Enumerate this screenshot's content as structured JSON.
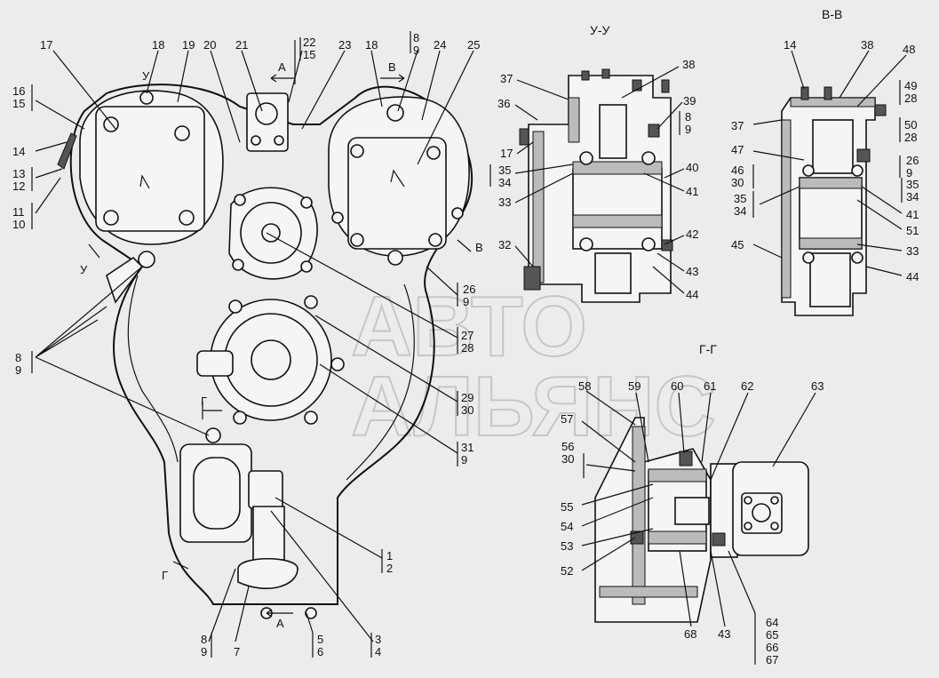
{
  "section_titles": {
    "uu": "У-У",
    "vv": "В-В",
    "gg": "Г-Г"
  },
  "watermark": {
    "line1": "АВТО",
    "line2": "АЛЬЯНС"
  },
  "view_marks": {
    "A_top": "А",
    "A_bottom": "А",
    "V_main": "В",
    "U_top": "У",
    "U_left": "У",
    "G_left": "Г",
    "G_bottom": "Г"
  },
  "callouts": {
    "c17": "17",
    "c18a": "18",
    "c19": "19",
    "c20": "20",
    "c21": "21",
    "c22": "22",
    "c15a": "15",
    "c23": "23",
    "c18b": "18",
    "c8a": "8",
    "c9a": "9",
    "c24": "24",
    "c25": "25",
    "c16": "16",
    "c15b": "15",
    "c14": "14",
    "c13": "13",
    "c12": "12",
    "c11": "11",
    "c10": "10",
    "c8b": "8",
    "c9b": "9",
    "c26": "26",
    "c9c": "9",
    "c27": "27",
    "c28": "28",
    "c29": "29",
    "c30": "30",
    "c31": "31",
    "c9d": "9",
    "c1": "1",
    "c2": "2",
    "c3": "3",
    "c4": "4",
    "c8c": "8",
    "c9e": "9",
    "c7": "7",
    "c5": "5",
    "c6": "6",
    "u37": "37",
    "u38": "38",
    "u36": "36",
    "u39": "39",
    "u8": "8",
    "u9": "9",
    "u17": "17",
    "u35": "35",
    "u34": "34",
    "u40": "40",
    "u33": "33",
    "u41": "41",
    "u32": "32",
    "u42": "42",
    "u43": "43",
    "u44": "44",
    "v14": "14",
    "v38": "38",
    "v48": "48",
    "v49": "49",
    "v28a": "28",
    "v37": "37",
    "v50": "50",
    "v28b": "28",
    "v47": "47",
    "v26": "26",
    "v9": "9",
    "v46": "46",
    "v30": "30",
    "v35a": "35",
    "v34a": "34",
    "v35b": "35",
    "v34b": "34",
    "v41": "41",
    "v51": "51",
    "v45": "45",
    "v33": "33",
    "v44": "44",
    "g58": "58",
    "g59": "59",
    "g60": "60",
    "g61": "61",
    "g62": "62",
    "g63": "63",
    "g57": "57",
    "g56": "56",
    "g30": "30",
    "g55": "55",
    "g54": "54",
    "g53": "53",
    "g52": "52",
    "g68": "68",
    "g43": "43",
    "g64": "64",
    "g65": "65",
    "g66": "66",
    "g67": "67"
  }
}
